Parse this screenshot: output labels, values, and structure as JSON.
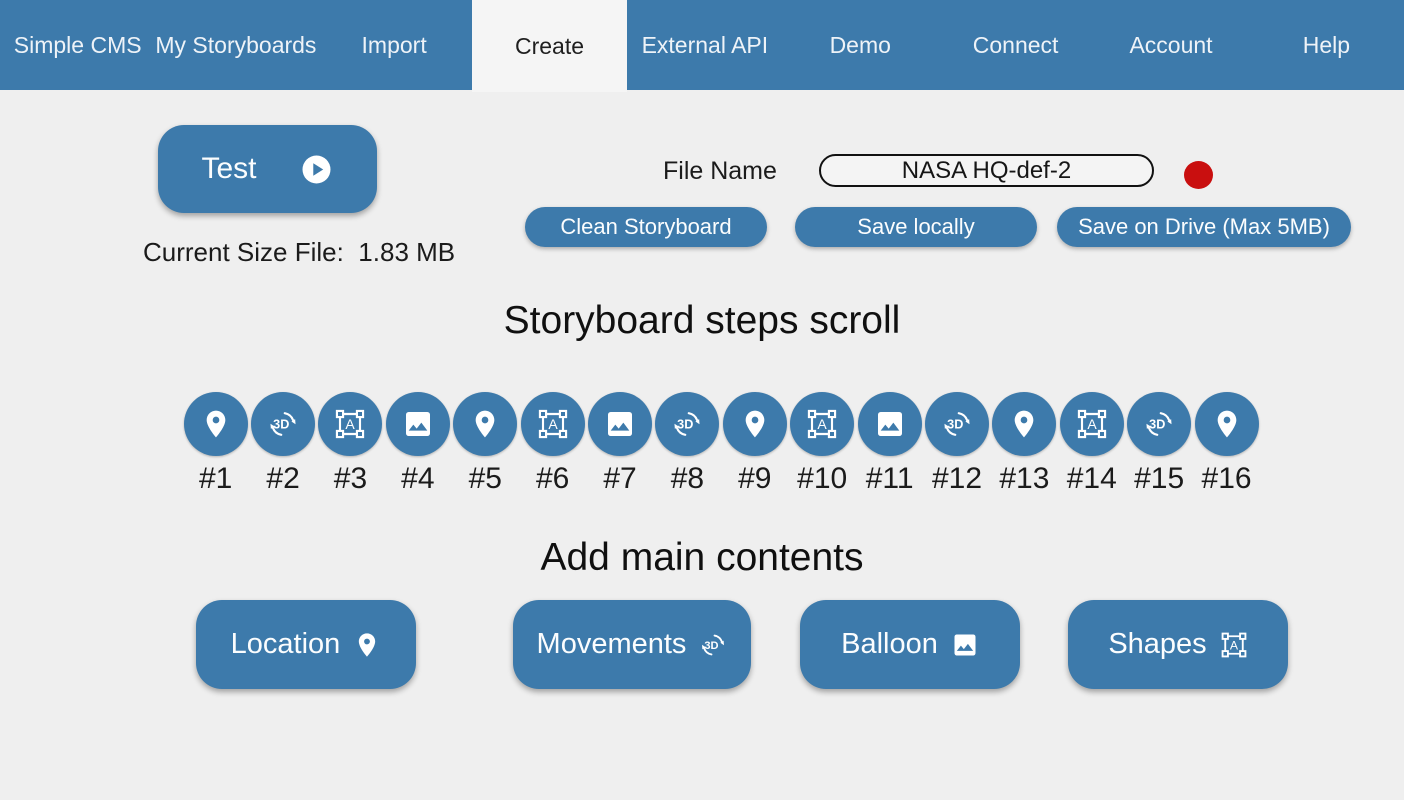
{
  "colors": {
    "accent": "#3d7aab",
    "record": "#c90f0f"
  },
  "nav": {
    "items": [
      {
        "label": "Simple CMS",
        "active": false
      },
      {
        "label": "My Storyboards",
        "active": false
      },
      {
        "label": "Import",
        "active": false
      },
      {
        "label": "Create",
        "active": true
      },
      {
        "label": "External API",
        "active": false
      },
      {
        "label": "Demo",
        "active": false
      },
      {
        "label": "Connect",
        "active": false
      },
      {
        "label": "Account",
        "active": false
      },
      {
        "label": "Help",
        "active": false
      }
    ]
  },
  "toolbar": {
    "test_label": "Test",
    "current_size_label": "Current Size File:",
    "current_size_value": "1.83 MB",
    "file_name_label": "File Name",
    "file_name_value": "NASA HQ-def-2",
    "clean_label": "Clean Storyboard",
    "save_locally_label": "Save locally",
    "save_drive_label": "Save on Drive (Max 5MB)",
    "record_indicator": "red-dot"
  },
  "steps": {
    "heading": "Storyboard steps scroll",
    "items": [
      {
        "label": "#1",
        "icon": "location"
      },
      {
        "label": "#2",
        "icon": "3d-rotation"
      },
      {
        "label": "#3",
        "icon": "shapes"
      },
      {
        "label": "#4",
        "icon": "image"
      },
      {
        "label": "#5",
        "icon": "location"
      },
      {
        "label": "#6",
        "icon": "shapes"
      },
      {
        "label": "#7",
        "icon": "image"
      },
      {
        "label": "#8",
        "icon": "3d-rotation"
      },
      {
        "label": "#9",
        "icon": "location"
      },
      {
        "label": "#10",
        "icon": "shapes"
      },
      {
        "label": "#11",
        "icon": "image"
      },
      {
        "label": "#12",
        "icon": "3d-rotation"
      },
      {
        "label": "#13",
        "icon": "location"
      },
      {
        "label": "#14",
        "icon": "shapes"
      },
      {
        "label": "#15",
        "icon": "3d-rotation"
      },
      {
        "label": "#16",
        "icon": "location"
      }
    ]
  },
  "contents": {
    "heading": "Add main contents",
    "buttons": [
      {
        "label": "Location",
        "icon": "location"
      },
      {
        "label": "Movements",
        "icon": "3d-rotation"
      },
      {
        "label": "Balloon",
        "icon": "image"
      },
      {
        "label": "Shapes",
        "icon": "shapes"
      }
    ]
  }
}
